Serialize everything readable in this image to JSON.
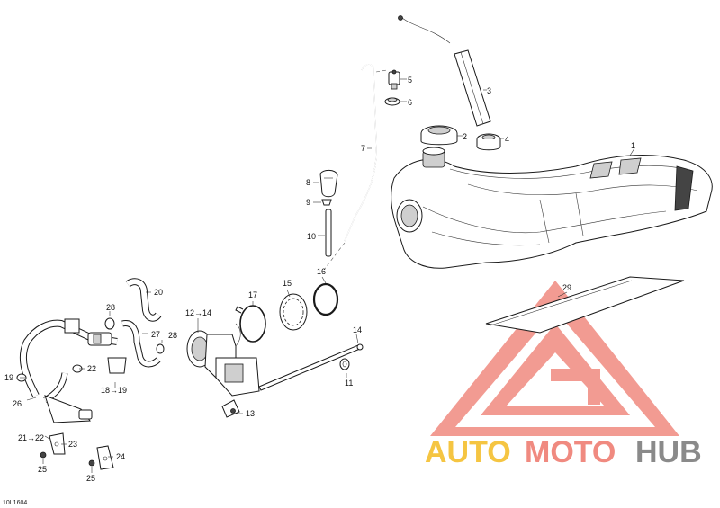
{
  "diagram": {
    "reference_code": "10L1604",
    "callouts": [
      "1",
      "2",
      "3",
      "4",
      "5",
      "6",
      "7",
      "8",
      "9",
      "10",
      "11",
      "12→14",
      "13",
      "14",
      "15",
      "16",
      "17",
      "18→19",
      "19",
      "20",
      "21→22",
      "22",
      "23",
      "24",
      "25",
      "25",
      "26",
      "27",
      "28",
      "28",
      "29"
    ]
  },
  "watermark": {
    "text_part1": "AUTO",
    "text_part2": "MOTO",
    "text_part3": "HUB",
    "colors": {
      "logo": "#f08a80",
      "auto": "#f5c542",
      "moto": "#f08a80",
      "hub": "#8a8a8a"
    }
  }
}
